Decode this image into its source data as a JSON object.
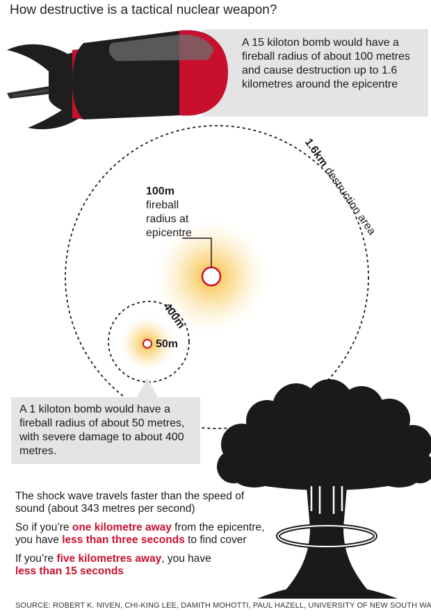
{
  "title": "How destructive is a tactical nuclear weapon?",
  "bomb_15kt": {
    "text": "A 15 kiloton bomb would have a fireball radius of about 100 metres and cause destruction up to 1.6 kilometres around the epicentre"
  },
  "bomb_1kt": {
    "text": "A 1 kiloton bomb would have a fireball radius of about 50 metres, with severe damage to about 400 metres."
  },
  "labels": {
    "fireball_100_value": "100m",
    "fireball_100_line1": "fireball",
    "fireball_100_line2": "radius at",
    "fireball_100_line3": "epicentre",
    "fireball_50": "50m",
    "damage_400": "400m",
    "destruction_value": "1.6km",
    "destruction_text": "destruction area"
  },
  "facts": {
    "line1": "The shock wave travels faster than the speed of sound (about 343 metres per second)",
    "line2_a": "So if you’re ",
    "line2_b": "one kilometre away",
    "line2_c": " from the epicentre, you have ",
    "line2_d": "less than three seconds",
    "line2_e": " to find cover",
    "line3_a": "If you’re ",
    "line3_b": "five kilometres away",
    "line3_c": ", you have ",
    "line3_d": "less than 15 seconds"
  },
  "source": "SOURCE: ROBERT K. NIVEN, CHI-KING LEE, DAMITH MOHOTTI, PAUL HAZELL, UNIVERSITY OF NEW SOUTH WALES",
  "colors": {
    "accent_red": "#c8102e",
    "bomb_body": "#1e1e1e",
    "glow": "#f5c04a",
    "panel_grey": "#e4e4e4"
  }
}
